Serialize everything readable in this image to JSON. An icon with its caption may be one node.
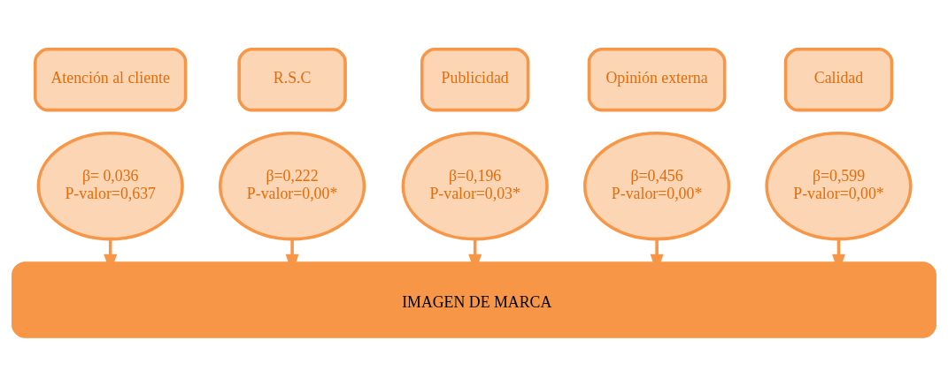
{
  "diagram": {
    "nodes": [
      {
        "text": [
          "Atención al cliente"
        ]
      },
      {
        "text": [
          "R.S.C"
        ]
      },
      {
        "text": [
          "Publicidad"
        ]
      },
      {
        "text": [
          "Opinión externa"
        ]
      },
      {
        "text": [
          "Calidad"
        ]
      },
      {
        "text": [
          "β= 0,036",
          "P-valor=0,637"
        ]
      },
      {
        "text": [
          "β=0,222",
          "P-valor=0,00*"
        ]
      },
      {
        "text": [
          "β=0,196",
          "P-valor=0,03*"
        ]
      },
      {
        "text": [
          "β=0,456",
          "P-valor=0,00*"
        ]
      },
      {
        "text": [
          "β=0,599",
          "P-valor=0,00*"
        ]
      },
      {
        "text": [
          "IMAGEN DE MARCA"
        ]
      }
    ],
    "edges": [
      {
        "from": 5,
        "to": 10,
        "arrow": "to"
      },
      {
        "from": 6,
        "to": 10,
        "arrow": "to"
      },
      {
        "from": 7,
        "to": 10,
        "arrow": "to"
      },
      {
        "from": 8,
        "to": 10,
        "arrow": "to"
      },
      {
        "from": 9,
        "to": 10,
        "arrow": "to"
      }
    ]
  }
}
